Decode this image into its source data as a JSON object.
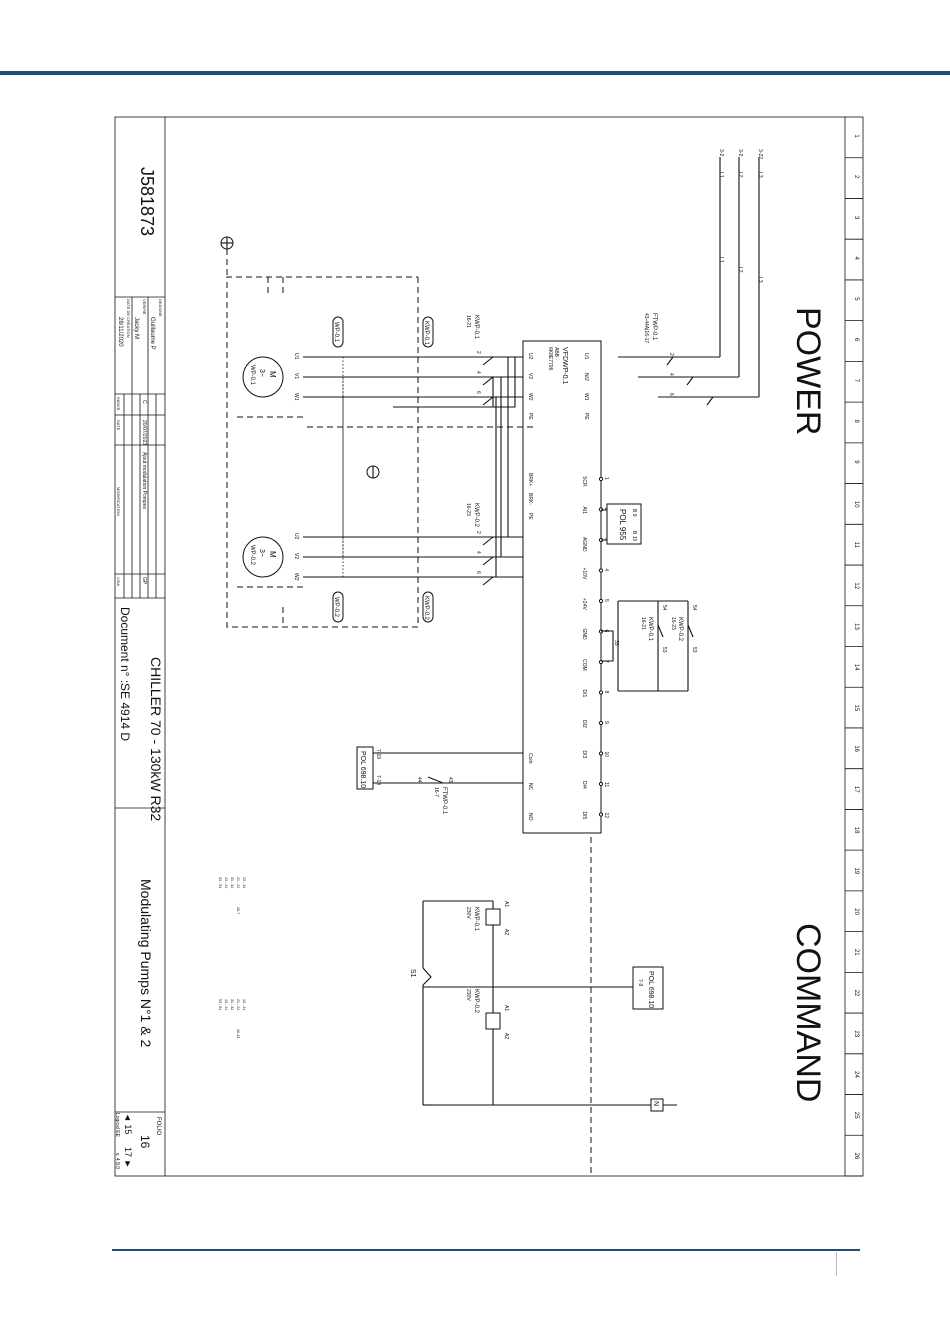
{
  "document": {
    "sheet_title": "CHILLER 70 - 130kW R32",
    "sheet_subtitle": "Modulating Pumps N°1 & 2",
    "drawing_number": "J581873",
    "document_label": "Document n° :",
    "document_number": "SE 4914 D",
    "folio_label": "FOLIO",
    "folio": "16",
    "prev_folio": "◄ 15",
    "next_folio": "17 ►",
    "software": "Logical EE",
    "version": "v. 4.8.0",
    "drawn_label": "DESSINÉ",
    "drawn_by": "Guillaume P",
    "verified_label": "VÉRIFIÉ",
    "verified_by": "Jacky M",
    "created_label": "DATE DE CRÉATION",
    "created_date": "28/11/2020",
    "revision_index": "C",
    "revision_date": "20/07/2023",
    "revision_text": "Ajout modulation Pompes",
    "revision_by": "GP",
    "col_index": "INDICE",
    "col_date": "DATE",
    "col_modif": "MODIFICATION",
    "col_visa": "VISA"
  },
  "sections": {
    "power": "POWER",
    "command": "COMMAND"
  },
  "columns": [
    "1",
    "2",
    "3",
    "4",
    "5",
    "6",
    "7",
    "8",
    "9",
    "10",
    "11",
    "12",
    "13",
    "14",
    "15",
    "16",
    "17",
    "18",
    "19",
    "20",
    "21",
    "22",
    "23",
    "24",
    "25",
    "26"
  ],
  "power": {
    "refs": [
      "3-2",
      "3-2",
      "3-22"
    ],
    "phases": [
      "L1",
      "L2",
      "L3"
    ],
    "breaker": "FTWP-0.1",
    "breaker_spec": "43-44A|16-17",
    "breaker_contacts": [
      "1",
      "2",
      "3",
      "4",
      "5",
      "6"
    ],
    "vfd": "VFDWP-0.1",
    "vfd_brand": "ABB",
    "vfd_model": "6K8E7796",
    "vfd_inputs": [
      "U1",
      "N/2",
      "W1",
      "PE"
    ],
    "vfd_outputs": [
      "U2",
      "V2",
      "W2",
      "PE"
    ],
    "vfd_braking": [
      "BRK+",
      "BRK-",
      "PE"
    ],
    "contactor_1": "KWP-0.1",
    "contactor_1_ref": "16-21",
    "contactor_2": "KWP-0.2",
    "contactor_2_ref": "16-23",
    "contact_pins": [
      "1",
      "2",
      "3",
      "4",
      "5",
      "6"
    ],
    "motor_1": "WP-0.1",
    "motor_2": "WP-0.2",
    "motor_symbol": "M",
    "motor_phase": "3~",
    "motor_terminals": [
      "U1",
      "V1",
      "W1"
    ],
    "motor_terminals_2": [
      "U2",
      "V2",
      "W2"
    ],
    "tag_1": "KWP-0.1",
    "tag_2": "KWP-0.2",
    "tag_3": "WP-0.1",
    "tag_4": "WP-0.2",
    "earth_ref": "PE"
  },
  "control": {
    "terminals": [
      "SCR",
      "AI1",
      "AGND",
      "+10V",
      "+24V",
      "GND",
      "COM",
      "DI1",
      "DI2",
      "DI3",
      "DI4",
      "DI5"
    ],
    "terminal_numbers": [
      "1",
      "2",
      "3",
      "4",
      "5",
      "6",
      "7",
      "8",
      "9",
      "10",
      "11",
      "12"
    ],
    "relay_terminals": [
      "Com",
      "NC",
      "NO"
    ],
    "pol_955": "POL 955",
    "pol_955_pins": [
      "B 9",
      "B 10"
    ],
    "pol_698_a": "POL 698.10",
    "pol_698_a_pins": [
      "7-18",
      "7-19"
    ],
    "pol_698_b": "POL 698.10",
    "pol_698_b_pins": [
      "7-9"
    ],
    "kwp1_contact": "KWP-0.1",
    "kwp1_contact_ref": "16-21",
    "kwp2_contact": "KWP-0.2",
    "kwp2_contact_ref": "16-23",
    "contact_pins": [
      "53",
      "54"
    ],
    "ftwp_contact": "FTWP-0.1",
    "ftwp_ref": "16-7",
    "ftwp_pins": [
      "43",
      "44"
    ],
    "link": "33"
  },
  "command": {
    "coil_1": "KWP-0.1",
    "coil_1_voltage": "230V",
    "coil_2": "KWP-0.2",
    "coil_2_voltage": "230V",
    "coil_pins": [
      "A1",
      "A2"
    ],
    "selector": "S1",
    "neutral": "N",
    "contact_table_1": [
      "13 - 14",
      "21 - 22",
      "31 - 32",
      "43 - 44",
      "53 - 54"
    ],
    "contact_table_2": [
      "13 - 14",
      "21 - 22",
      "31 - 32",
      "43 - 44",
      "53 - 54"
    ],
    "table_ref_1": "16-7",
    "table_ref_2": "16-13"
  }
}
